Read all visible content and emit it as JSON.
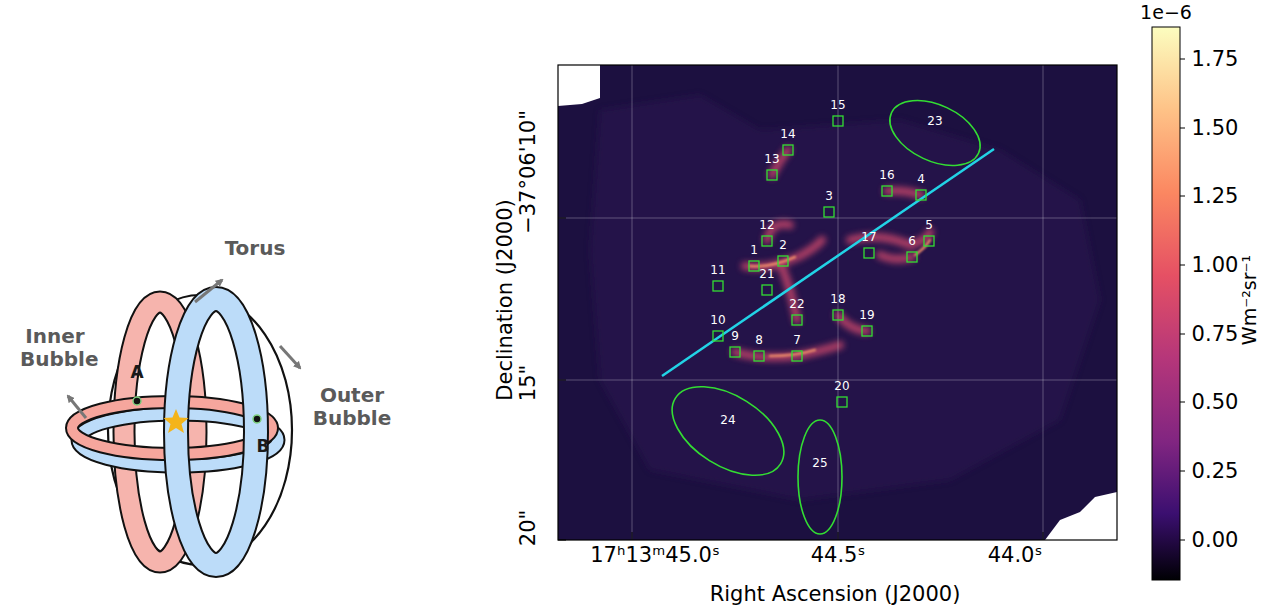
{
  "diagram": {
    "nodes": [
      {
        "text": [
          "23"
        ]
      },
      {
        "text": [
          "24"
        ]
      },
      {
        "text": [
          "25"
        ]
      }
    ],
    "labels": [
      "Torus",
      "Inner Bubble",
      "Outer Bubble",
      "A",
      "B",
      "1",
      "2",
      "3",
      "4",
      "5",
      "6",
      "7",
      "8",
      "9",
      "10",
      "11",
      "12",
      "13",
      "14",
      "15",
      "16",
      "17",
      "18",
      "19",
      "20",
      "21",
      "22",
      "−37°06'10\"",
      "15\"",
      "20\"",
      "17ʰ13ᵐ45.0ˢ",
      "44.5ˢ",
      "44.0ˢ",
      "Declination (J2000)",
      "Right Ascension (J2000)",
      "1e−6",
      "1.75",
      "1.50",
      "1.25",
      "1.00",
      "0.75",
      "0.50",
      "0.25",
      "0.00",
      "Wm⁻²sr⁻¹"
    ]
  }
}
